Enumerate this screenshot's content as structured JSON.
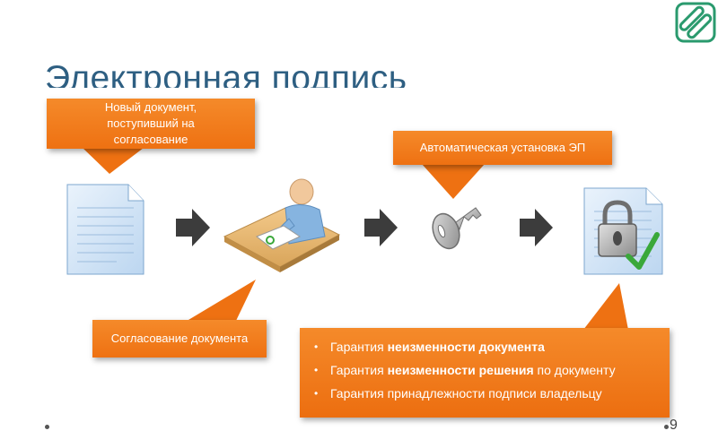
{
  "slide": {
    "title": "Электронная подпись",
    "page_number": "9"
  },
  "callouts": {
    "new_document": "Новый документ, поступивший на согласование",
    "auto_signature": "Автоматическая установка ЭП",
    "approval": "Согласование документа"
  },
  "guarantees": [
    {
      "pre": "Гарантия ",
      "bold": "неизменности документа",
      "post": ""
    },
    {
      "pre": "Гарантия ",
      "bold": "неизменности решения",
      "post": " по документу"
    },
    {
      "pre": "Гарантия принадлежности подписи владельцу",
      "bold": "",
      "post": ""
    }
  ],
  "icons": [
    "logo-icon",
    "document-icon",
    "arrow-right-icon",
    "person-at-desk-icon",
    "key-icon",
    "locked-document-icon",
    "checkmark-icon"
  ],
  "colors": {
    "accent": "#f07818",
    "title": "#2e5f82",
    "logo": "#2a9a6e",
    "document": "#c9dff4",
    "check": "#3aa83a"
  }
}
